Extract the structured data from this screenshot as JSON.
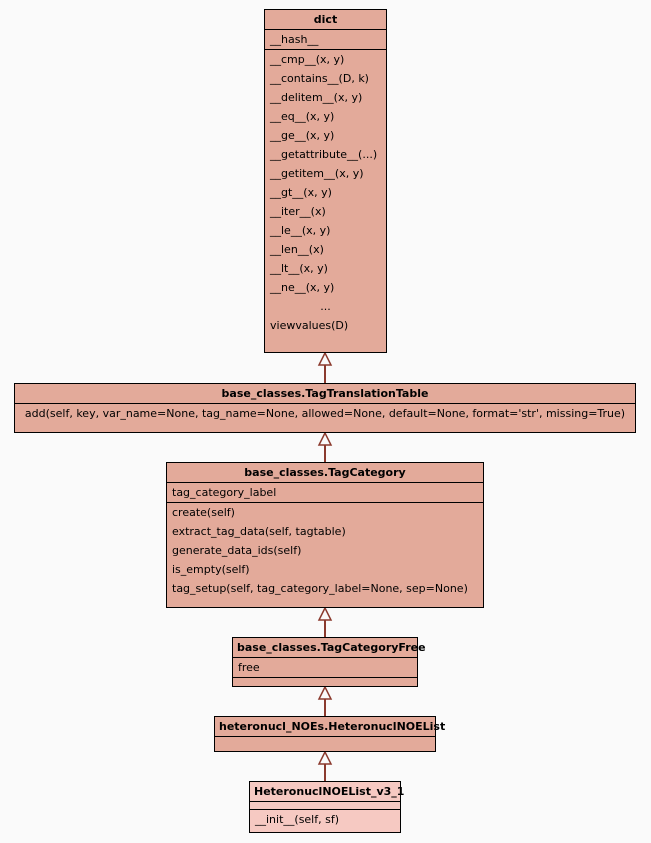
{
  "diagram": {
    "type": "uml-class-inheritance",
    "background_color": "#fafafa",
    "box_fill": "#e3aa9a",
    "box_fill_light": "#f6c9c2",
    "arrow_color": "#8b3a2e",
    "classes": [
      {
        "name": "dict",
        "attributes": [
          "__hash__"
        ],
        "methods": [
          "__cmp__(x, y)",
          "__contains__(D, k)",
          "__delitem__(x, y)",
          "__eq__(x, y)",
          "__ge__(x, y)",
          "__getattribute__(...)",
          "__getitem__(x, y)",
          "__gt__(x, y)",
          "__iter__(x)",
          "__le__(x, y)",
          "__len__(x)",
          "__lt__(x, y)",
          "__ne__(x, y)",
          "...",
          "viewvalues(D)"
        ]
      },
      {
        "name": "base_classes.TagTranslationTable",
        "attributes": [],
        "methods": [
          "add(self, key, var_name=None, tag_name=None, allowed=None, default=None, format='str', missing=True)"
        ]
      },
      {
        "name": "base_classes.TagCategory",
        "attributes": [
          "tag_category_label"
        ],
        "methods": [
          "create(self)",
          "extract_tag_data(self, tagtable)",
          "generate_data_ids(self)",
          "is_empty(self)",
          "tag_setup(self, tag_category_label=None, sep=None)"
        ]
      },
      {
        "name": "base_classes.TagCategoryFree",
        "attributes": [
          "free"
        ],
        "methods": []
      },
      {
        "name": "heteronucl_NOEs.HeteronuclNOEList",
        "attributes": [],
        "methods": []
      },
      {
        "name": "HeteronuclNOEList_v3_1",
        "attributes": [],
        "methods": [
          "__init__(self, sf)"
        ]
      }
    ]
  }
}
